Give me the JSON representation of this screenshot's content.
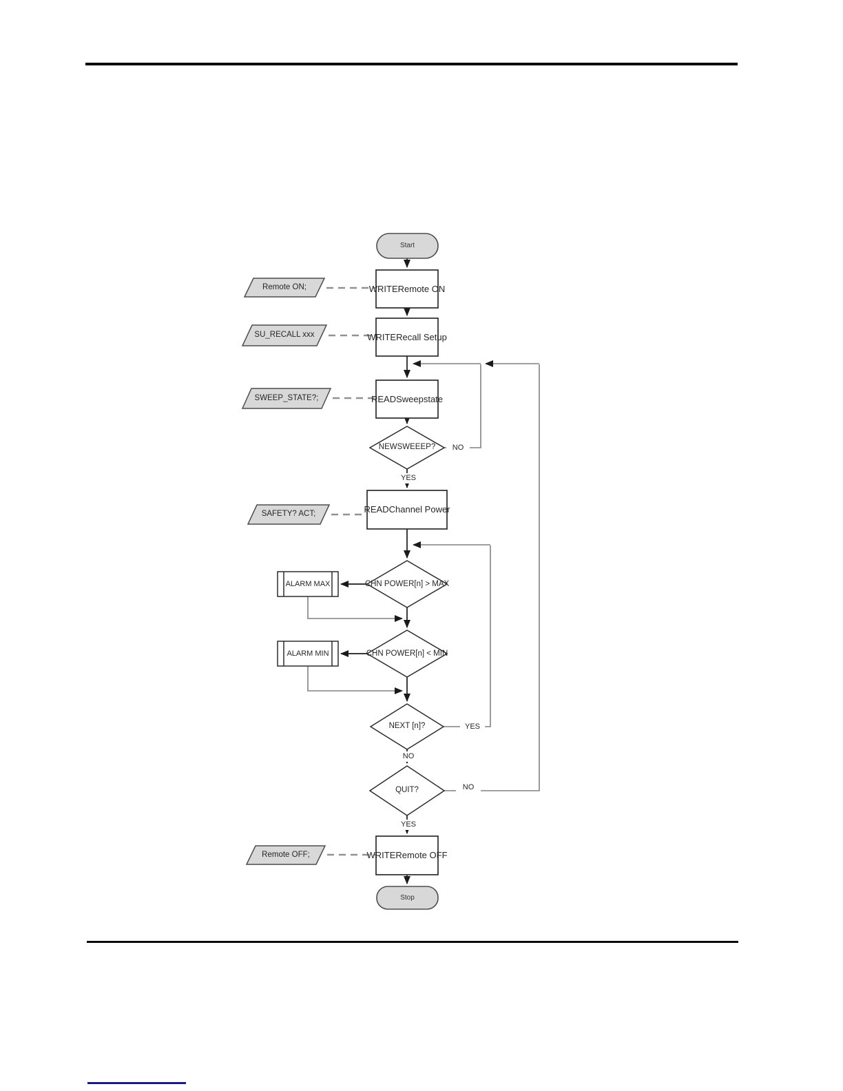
{
  "flowchart": {
    "terminator": {
      "start": "Start",
      "stop": "Stop"
    },
    "process": {
      "write_remote_on": {
        "l1": "WRITE",
        "l2": "Remote ON"
      },
      "write_recall": {
        "l1": "WRITE",
        "l2": "Recall Setup"
      },
      "read_sweepstate": {
        "l1": "READ",
        "l2": "Sweepstate"
      },
      "read_chn_power": {
        "l1": "READ",
        "l2": "Channel Power"
      },
      "write_remote_off": {
        "l1": "WRITE",
        "l2": "Remote OFF"
      }
    },
    "io": {
      "remote_on": "Remote ON;",
      "su_recall": "SU_RECALL xxx",
      "sweep_state": "SWEEP_STATE?;",
      "safety_act": "SAFETY? ACT;",
      "remote_off": "Remote OFF;"
    },
    "decision": {
      "new_sweep": {
        "l1": "NEW",
        "l2": "SWEEEP?"
      },
      "chn_max": {
        "l1": "CHN POWER",
        "l2": "[n] > MAX"
      },
      "chn_min": {
        "l1": "CHN POWER",
        "l2": "[n] < MIN"
      },
      "next_n": {
        "l1": "NEXT [n]?"
      },
      "quit": {
        "l1": "QUIT?"
      }
    },
    "alarm": {
      "max": "ALARM MAX",
      "min": "ALARM MIN"
    },
    "branch": {
      "yes": "YES",
      "no": "NO"
    }
  },
  "colors": {
    "terminator_fill": "#d8d8d8",
    "io_fill": "#d8d8d8",
    "flow_line": "#1a1a1a",
    "loop_line": "#808080",
    "dashed_line": "#919191",
    "link_underline": "#1a1a80"
  }
}
